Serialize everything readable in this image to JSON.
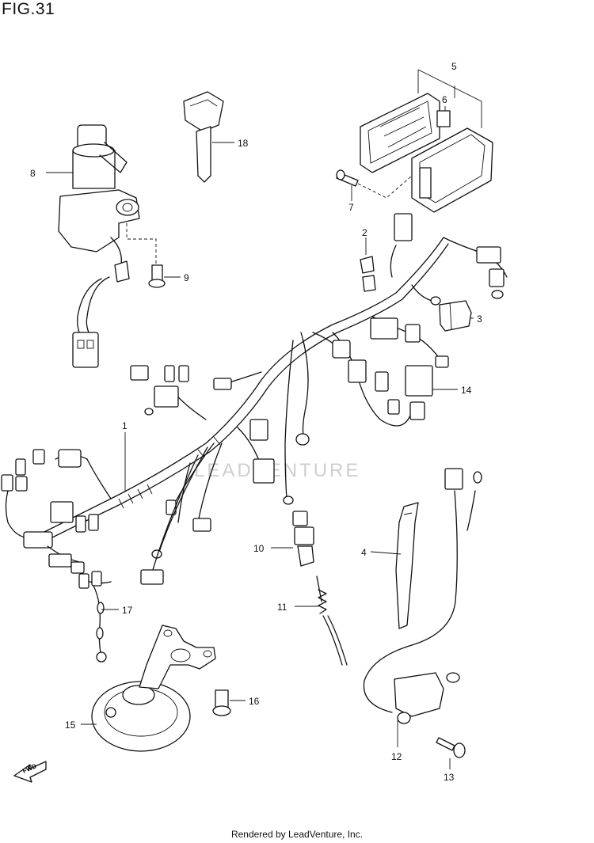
{
  "figure": {
    "title": "FIG.31"
  },
  "footer": {
    "text": "Rendered by LeadVenture, Inc."
  },
  "watermark": {
    "text": "LEADVENTURE"
  },
  "fwd_label": "FWD",
  "callouts": [
    "1",
    "2",
    "3",
    "4",
    "5",
    "6",
    "7",
    "8",
    "9",
    "10",
    "11",
    "12",
    "13",
    "14",
    "15",
    "16",
    "17",
    "18"
  ]
}
